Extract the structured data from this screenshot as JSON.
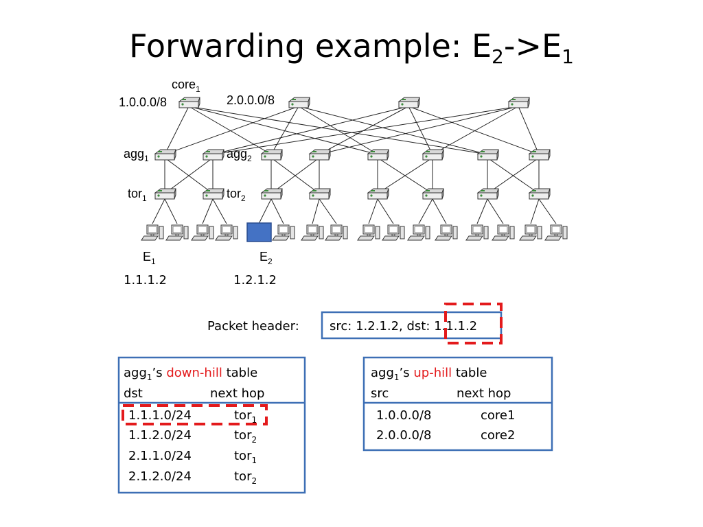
{
  "title": {
    "main": "Forwarding example: E",
    "sub_src": "2",
    "arrow": "->E",
    "sub_dst": "1"
  },
  "colors": {
    "line": "#222222",
    "box": "#3d6fb5",
    "highlight": "#e31a1c",
    "host_fill": "#4472c4"
  },
  "topology": {
    "core_label": "core",
    "core_sub": "1",
    "prefix_core1": "1.0.0.0/8",
    "prefix_core2": "2.0.0.0/8",
    "agg_label": "agg",
    "agg1_sub": "1",
    "agg2_sub": "2",
    "tor_label": "tor",
    "tor1_sub": "1",
    "tor2_sub": "2",
    "host_e1_label": "E",
    "host_e1_sub": "1",
    "host_e1_ip": "1.1.1.2",
    "host_e2_label": "E",
    "host_e2_sub": "2",
    "host_e2_ip": "1.2.1.2"
  },
  "packet": {
    "label": "Packet header:",
    "src_part": "src: 1.2.1.2, dst: ",
    "dst": "1.1.1.2"
  },
  "downhill_table": {
    "title_pre": "agg",
    "title_sub": "1",
    "title_post": "’s ",
    "title_red": "down-hill",
    "title_end": " table",
    "col1": "dst",
    "col2": "next hop",
    "rows": [
      {
        "prefix": "1.1.1.0/24",
        "hop": "tor",
        "hop_sub": "1"
      },
      {
        "prefix": "1.1.2.0/24",
        "hop": "tor",
        "hop_sub": "2"
      },
      {
        "prefix": "2.1.1.0/24",
        "hop": "tor",
        "hop_sub": "1"
      },
      {
        "prefix": "2.1.2.0/24",
        "hop": "tor",
        "hop_sub": "2"
      }
    ]
  },
  "uphill_table": {
    "title_pre": "agg",
    "title_sub": "1",
    "title_post": "’s ",
    "title_red": "up-hill",
    "title_end": " table",
    "col1": "src",
    "col2": "next hop",
    "rows": [
      {
        "prefix": "1.0.0.0/8",
        "hop": "core1"
      },
      {
        "prefix": "2.0.0.0/8",
        "hop": "core2"
      }
    ]
  }
}
